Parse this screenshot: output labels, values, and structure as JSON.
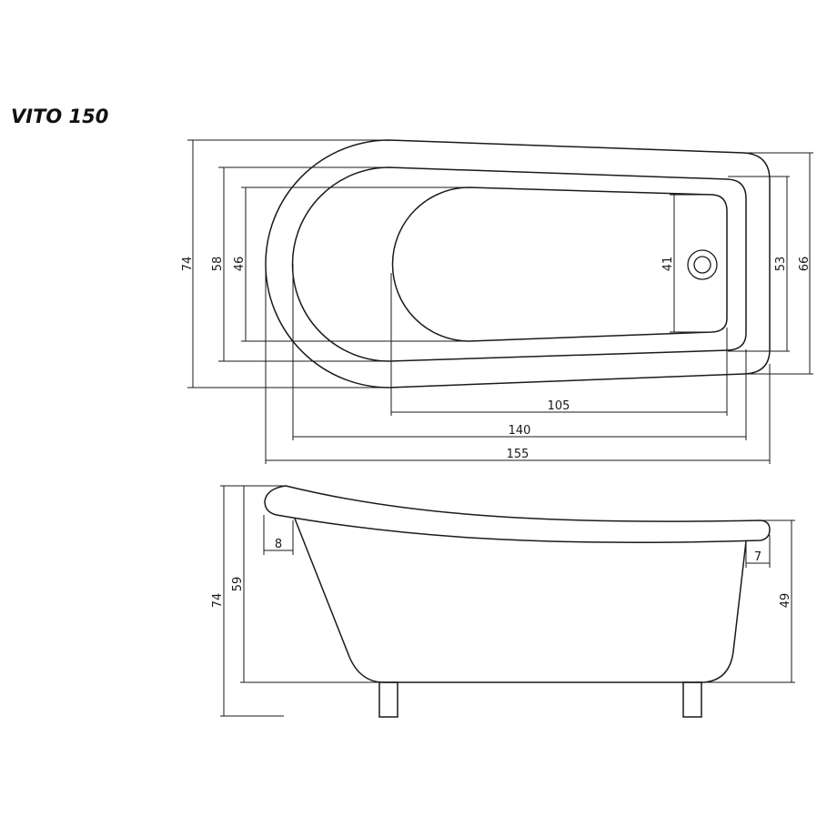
{
  "title": "VITO 150",
  "top_view": {
    "dims": {
      "overall_length": "155",
      "inner_length": "140",
      "bottom_length": "105",
      "overall_width": "74",
      "inner_width": "58",
      "bottom_width": "46",
      "drain_width": "41",
      "foot_inner_width": "53",
      "foot_outer_width": "66"
    }
  },
  "side_view": {
    "dims": {
      "total_height": "74",
      "inner_height": "59",
      "foot_height": "49",
      "head_overhang": "8",
      "foot_overhang": "7"
    }
  },
  "colors": {
    "line": "#1a1a1a",
    "background": "#ffffff"
  }
}
